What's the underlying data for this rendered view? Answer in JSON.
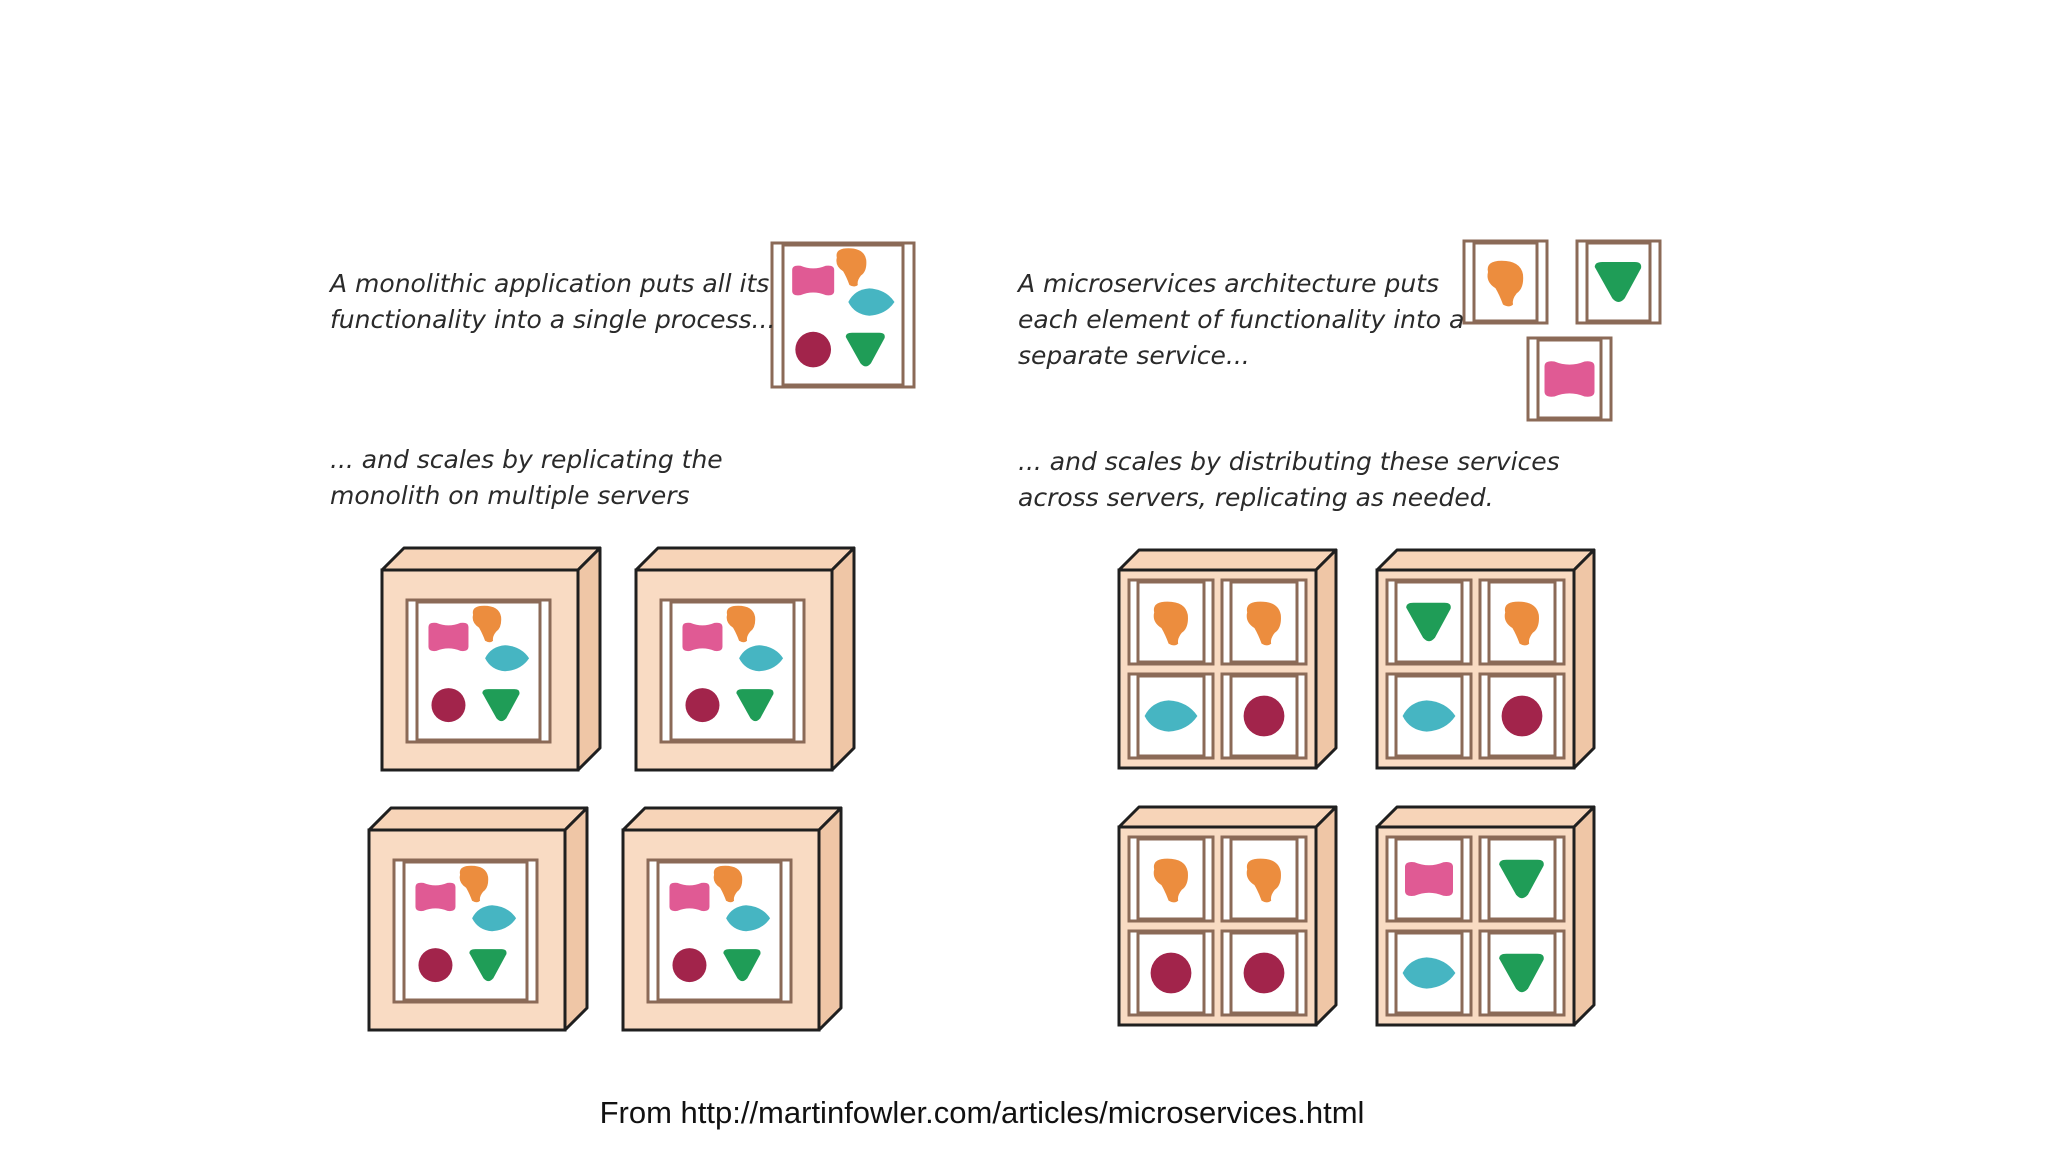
{
  "colors": {
    "frame": "#8b6a57",
    "server_fill": "#f9dbc3",
    "server_top": "#f7d4b8",
    "server_side": "#efc6a6",
    "outline": "#1f1f1f",
    "pink": "#e05a94",
    "orange": "#ec8d3e",
    "teal": "#46b5c2",
    "crimson": "#a2244b",
    "green": "#1f9d57"
  },
  "monolith": {
    "caption_lines": [
      "A monolithic application puts all its",
      "functionality into a single process..."
    ],
    "scale_lines": [
      "... and scales by replicating the",
      "monolith on multiple servers"
    ]
  },
  "microservices": {
    "caption_lines": [
      "A microservices architecture puts",
      "each element of functionality into a",
      "separate service..."
    ],
    "scale_lines": [
      "... and scales by distributing these services",
      "across servers, replicating as needed."
    ],
    "services": [
      "orange-blob",
      "green-triangle",
      "pink-bowtie"
    ],
    "server_layouts": [
      [
        "orange-blob",
        "orange-blob",
        "teal-diamond",
        "crimson-circle"
      ],
      [
        "green-triangle",
        "orange-blob",
        "teal-diamond",
        "crimson-circle"
      ],
      [
        "orange-blob",
        "orange-blob",
        "crimson-circle",
        "crimson-circle"
      ],
      [
        "pink-bowtie",
        "green-triangle",
        "teal-diamond",
        "green-triangle"
      ]
    ]
  },
  "source_text": "From http://martinfowler.com/articles/microservices.html"
}
